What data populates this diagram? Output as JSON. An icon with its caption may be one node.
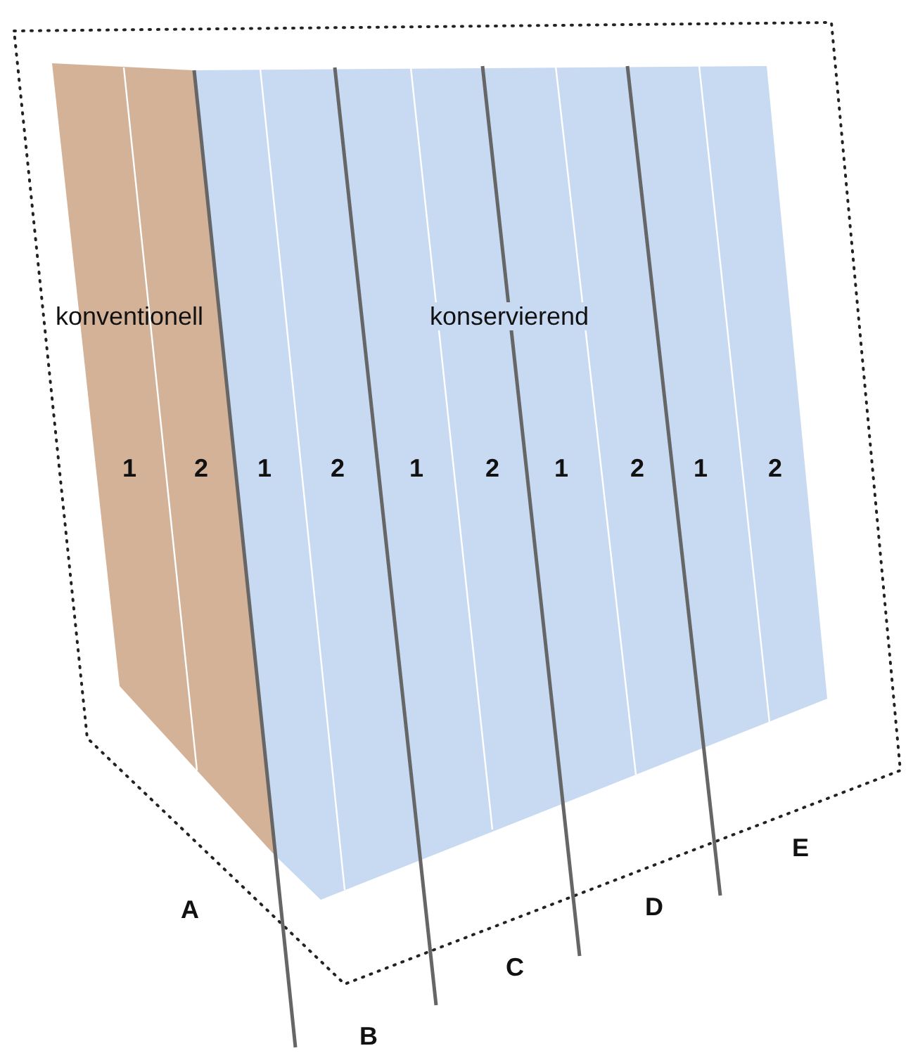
{
  "diagram": {
    "labels": [
      "konventionell",
      "konservierend",
      "1",
      "2",
      "1",
      "2",
      "1",
      "2",
      "1",
      "2",
      "1",
      "2",
      "E",
      "A",
      "D",
      "C",
      "B"
    ]
  }
}
